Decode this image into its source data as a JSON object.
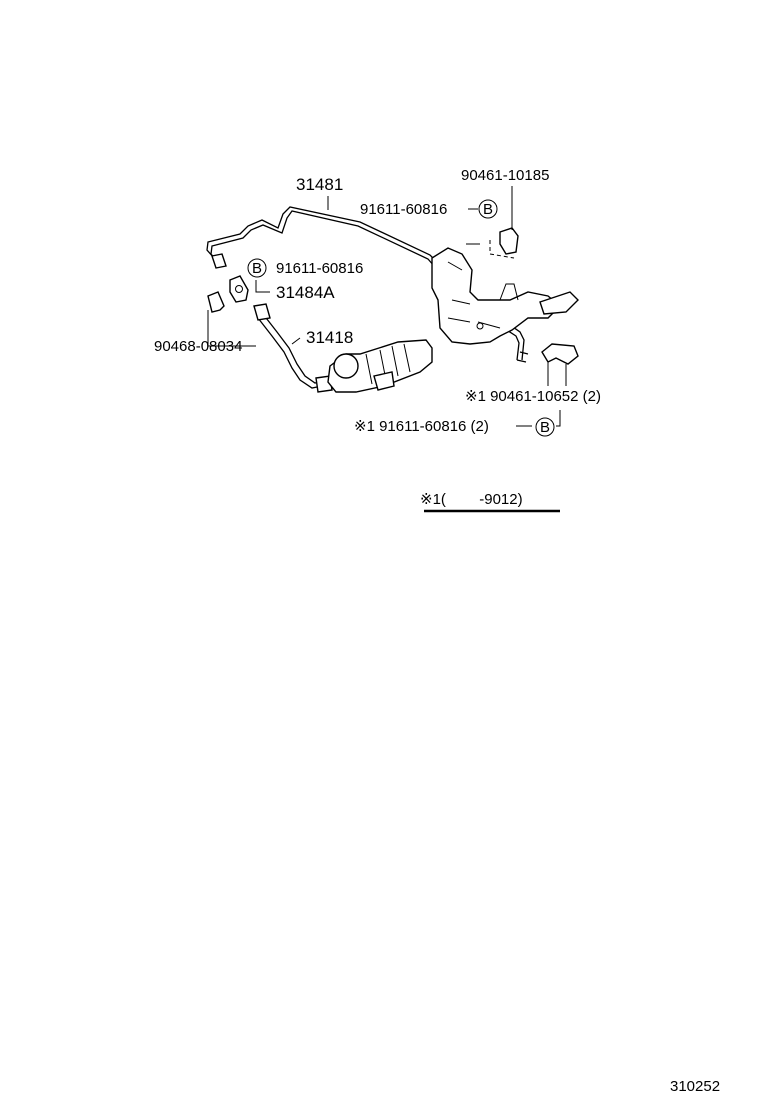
{
  "parts": {
    "pipe_main": "31481",
    "clamp_top_right": "90461-10185",
    "bolt_top": "91611-60816",
    "bolt_mid": "91611-60816",
    "bracket": "31484A",
    "clip_left": "90468-08034",
    "hose": "31418",
    "clamp_note": "※1 90461-10652 (2)",
    "bolt_note": "※1 91611-60816 (2)"
  },
  "bolt_marker": "B",
  "footnote": "※1(        -9012)",
  "diagram_code": "310252"
}
